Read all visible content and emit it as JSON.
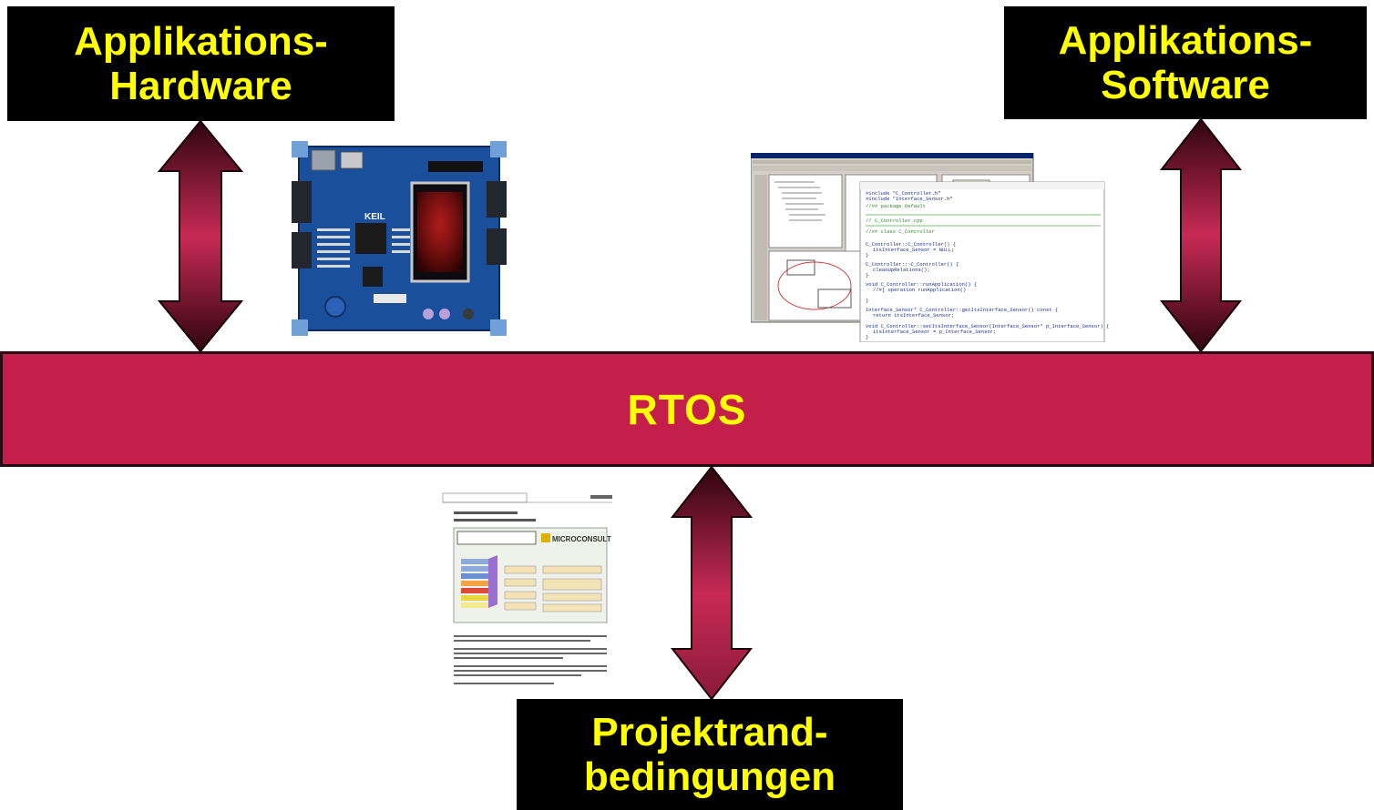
{
  "boxes": {
    "hardware": {
      "line1": "Applikations-",
      "line2": "Hardware"
    },
    "software": {
      "line1": "Applikations-",
      "line2": "Software"
    },
    "projekt": {
      "line1": "Projektrand-",
      "line2": "bedingungen"
    }
  },
  "rtos": {
    "label": "RTOS"
  },
  "images": {
    "board": {
      "brand": "KEIL"
    },
    "software_screenshot": {},
    "document": {
      "brand": "MICROCONSULT"
    }
  },
  "colors": {
    "box_background": "#000000",
    "box_text": "#ffff00",
    "rtos_bar": "#c41e4a",
    "arrow_dark": "#3a0712",
    "arrow_light": "#c72a55"
  }
}
